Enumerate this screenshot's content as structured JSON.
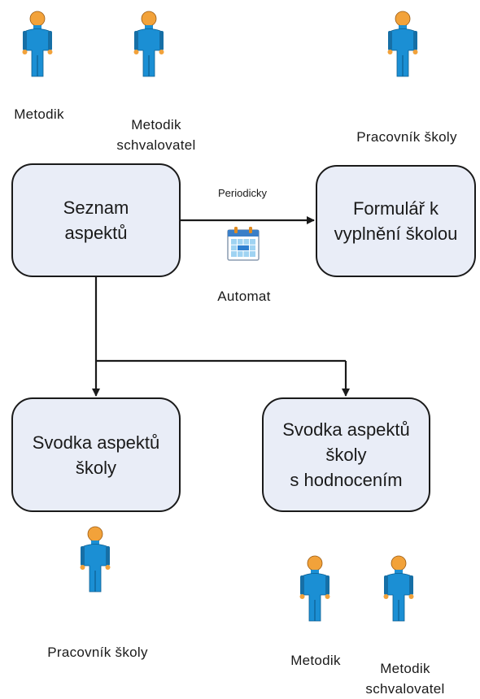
{
  "actors": {
    "top_metodik": "Metodik",
    "top_schvalovatel_line1": "Metodik",
    "top_schvalovatel_line2": "schvalovatel",
    "top_pracovnik": "Pracovník školy",
    "bottom_pracovnik": "Pracovník školy",
    "bottom_metodik": "Metodik",
    "bottom_schvalovatel_line1": "Metodik",
    "bottom_schvalovatel_line2": "schvalovatel"
  },
  "boxes": {
    "seznam_line1": "Seznam",
    "seznam_line2": "aspektů",
    "formular_line1": "Formulář k",
    "formular_line2": "vyplnění školou",
    "svodka_line1": "Svodka aspektů",
    "svodka_line2": "školy",
    "hodnoceni_line1": "Svodka aspektů",
    "hodnoceni_line2": "školy",
    "hodnoceni_line3": "s hodnocením"
  },
  "connectors": {
    "periodic_label": "Periodicky",
    "automat_label": "Automat",
    "automat_icon": "calendar-icon"
  },
  "colors": {
    "box_fill": "#e9edf7",
    "actor_body": "#1b8fd4",
    "actor_head": "#f2a23a"
  }
}
